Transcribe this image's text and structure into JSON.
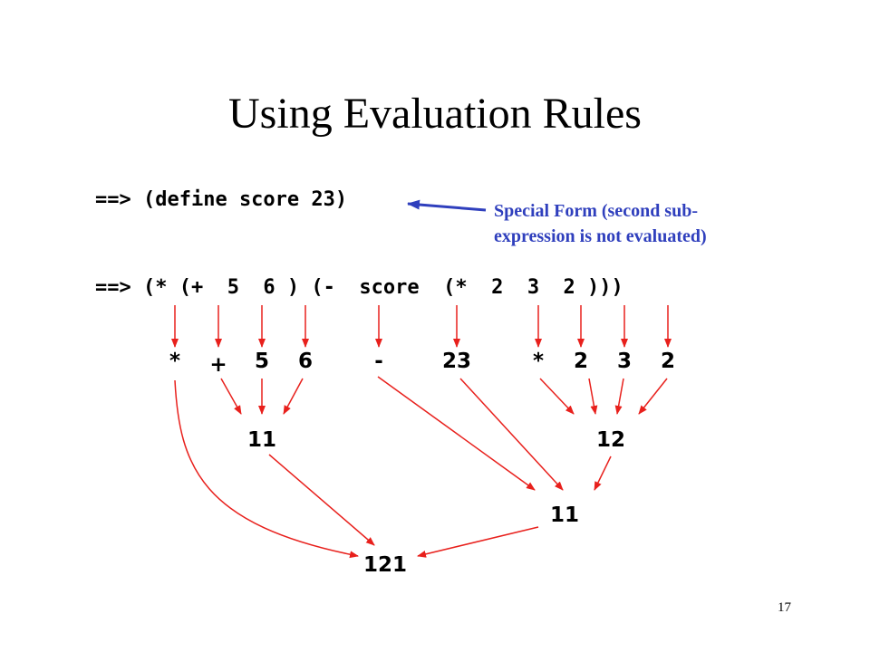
{
  "slide": {
    "title": "Using Evaluation Rules",
    "page_number": "17"
  },
  "code": {
    "line1": "==> (define score 23)",
    "line2": "==> (* (+  5  6 ) (-  score  (*  2  3  2 )))"
  },
  "annotation": {
    "line1": "Special Form (second sub-",
    "line2": "expression is not evaluated)",
    "color": "#2f3fbd"
  },
  "tokens": {
    "t0": "*",
    "t1": "+",
    "t2": "5",
    "t3": "6",
    "t4": "-",
    "t5": "23",
    "t6": "*",
    "t7": "2",
    "t8": "3",
    "t9": "2"
  },
  "results": {
    "sum": "11",
    "product": "12",
    "difference": "11",
    "final": "121"
  },
  "colors": {
    "eval_arrows": "#e8201c",
    "special_form_arrow": "#2f3fbd"
  }
}
